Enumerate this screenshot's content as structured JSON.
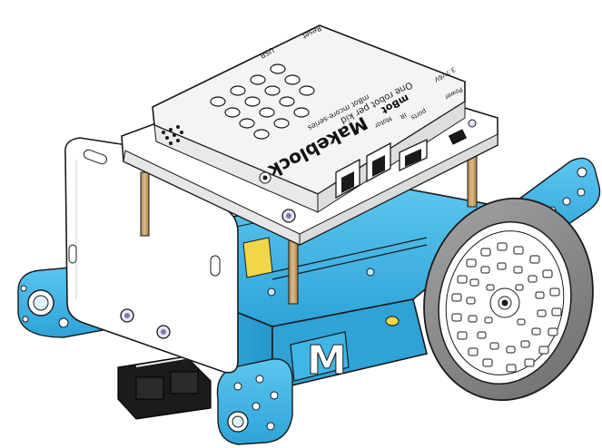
{
  "board": {
    "brand": "Makeblock",
    "model": "mBot",
    "model_sub": "mBot  mcore-series",
    "slogan": "One robot per kid",
    "label_reset": "Reset",
    "label_usb": "USB",
    "label_power": "Power",
    "label_voltage": "3.7V",
    "label_switch": "6V",
    "label_ports": "ports",
    "label_motor": "Motor",
    "label_ir": "IR"
  },
  "chassis": {
    "logo_letter": "M"
  },
  "colors": {
    "chassis_blue": "#3cb4e6",
    "chassis_blue_dark": "#1f8fc0",
    "board_gray": "#f4f4f4",
    "outline": "#1a1a1a",
    "tire": "#8a8a8a",
    "wheel_hub": "#ffffff",
    "standoff_brass": "#c8a46a",
    "acrylic": "#ffffff",
    "sensor_black": "#1b1b1b"
  },
  "icons": {
    "ultrasonic_sensor": "bracket-plate-icon",
    "wheel": "wheel-icon",
    "buttons": "keypad-icon"
  }
}
